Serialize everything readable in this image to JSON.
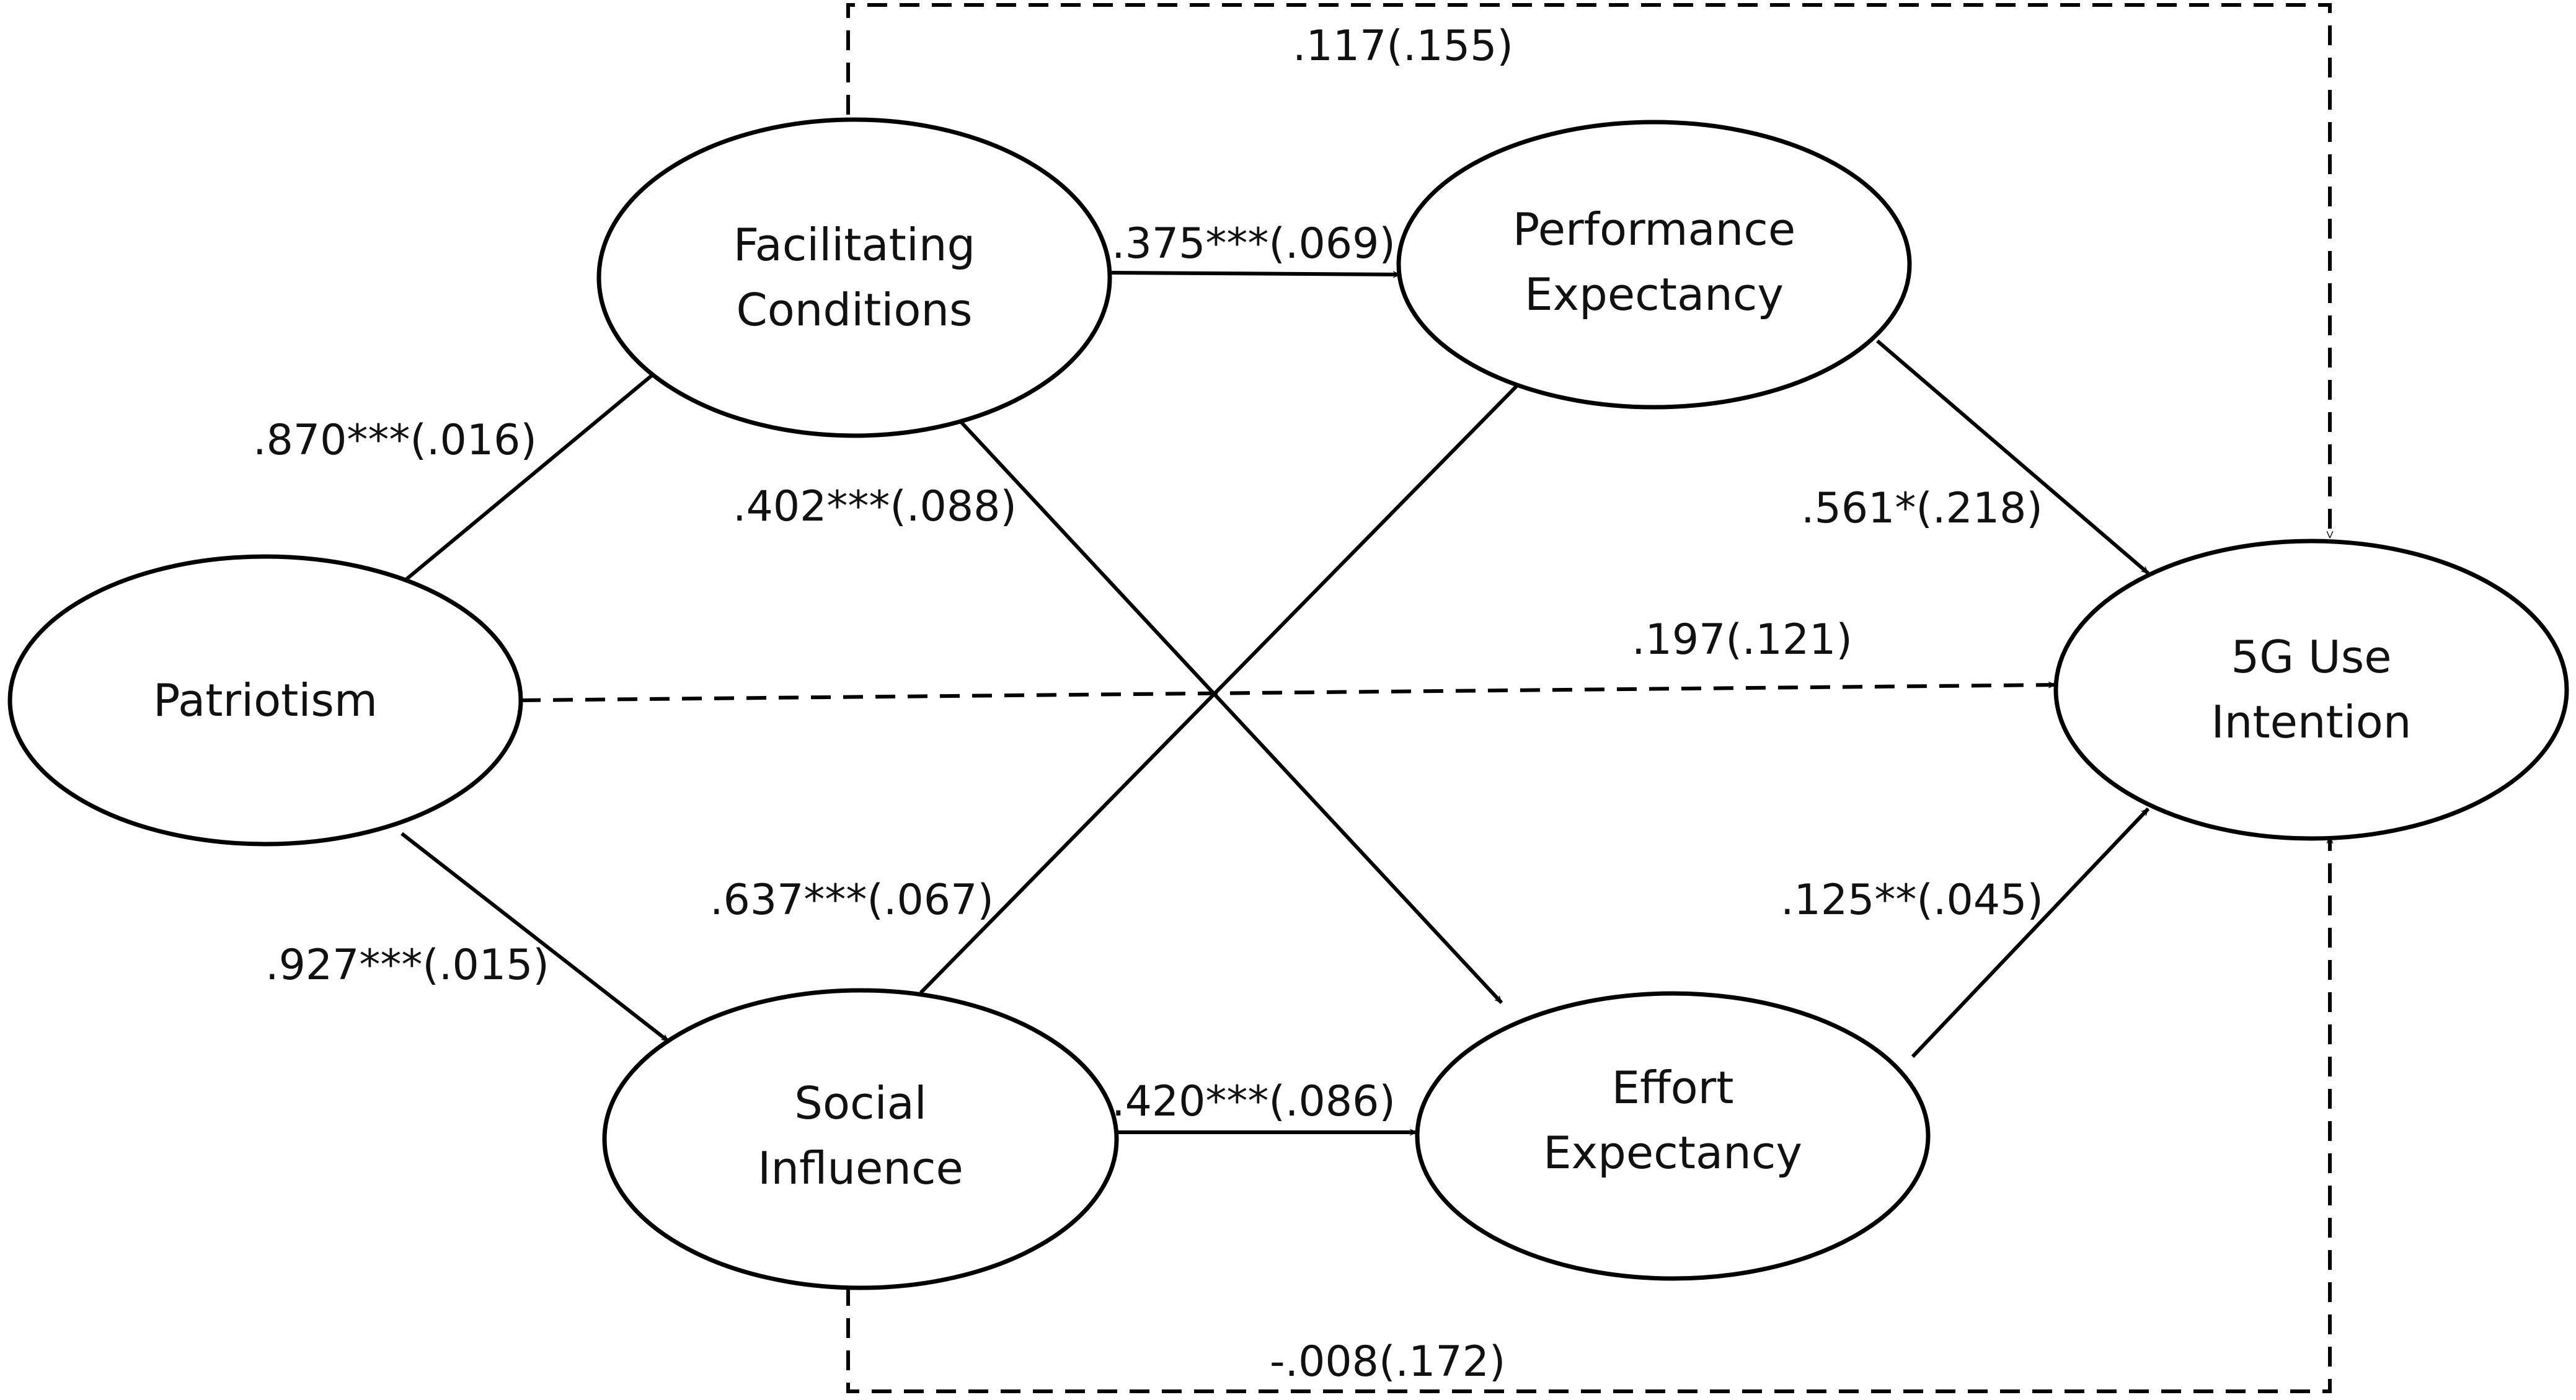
{
  "nodes": {
    "patriotism": {
      "lines": [
        "Patriotism"
      ]
    },
    "facilitating": {
      "lines": [
        "Facilitating",
        "Conditions"
      ]
    },
    "social": {
      "lines": [
        "Social",
        "Influence"
      ]
    },
    "performance": {
      "lines": [
        "Performance",
        "Expectancy"
      ]
    },
    "effort": {
      "lines": [
        "Effort",
        "Expectancy"
      ]
    },
    "intention": {
      "lines": [
        "5G Use",
        "Intention"
      ]
    }
  },
  "edges": {
    "pat_fac": {
      "label": ".870***(.016)",
      "style": "solid"
    },
    "pat_soc": {
      "label": ".927***(.015)",
      "style": "solid"
    },
    "fac_per": {
      "label": ".375***(.069)",
      "style": "solid"
    },
    "fac_eff": {
      "label": ".402***(.088)",
      "style": "solid"
    },
    "soc_per": {
      "label": ".637***(.067)",
      "style": "solid"
    },
    "soc_eff": {
      "label": ".420***(.086)",
      "style": "solid"
    },
    "per_int": {
      "label": ".561*(.218)",
      "style": "solid"
    },
    "eff_int": {
      "label": ".125**(.045)",
      "style": "solid"
    },
    "pat_int": {
      "label": ".197(.121)",
      "style": "dashed"
    },
    "fac_int": {
      "label": ".117(.155)",
      "style": "dashed"
    },
    "soc_int": {
      "label": "-.008(.172)",
      "style": "dashed"
    }
  },
  "colors": {
    "stroke": "#000000",
    "background": "#ffffff",
    "text": "#111111"
  }
}
